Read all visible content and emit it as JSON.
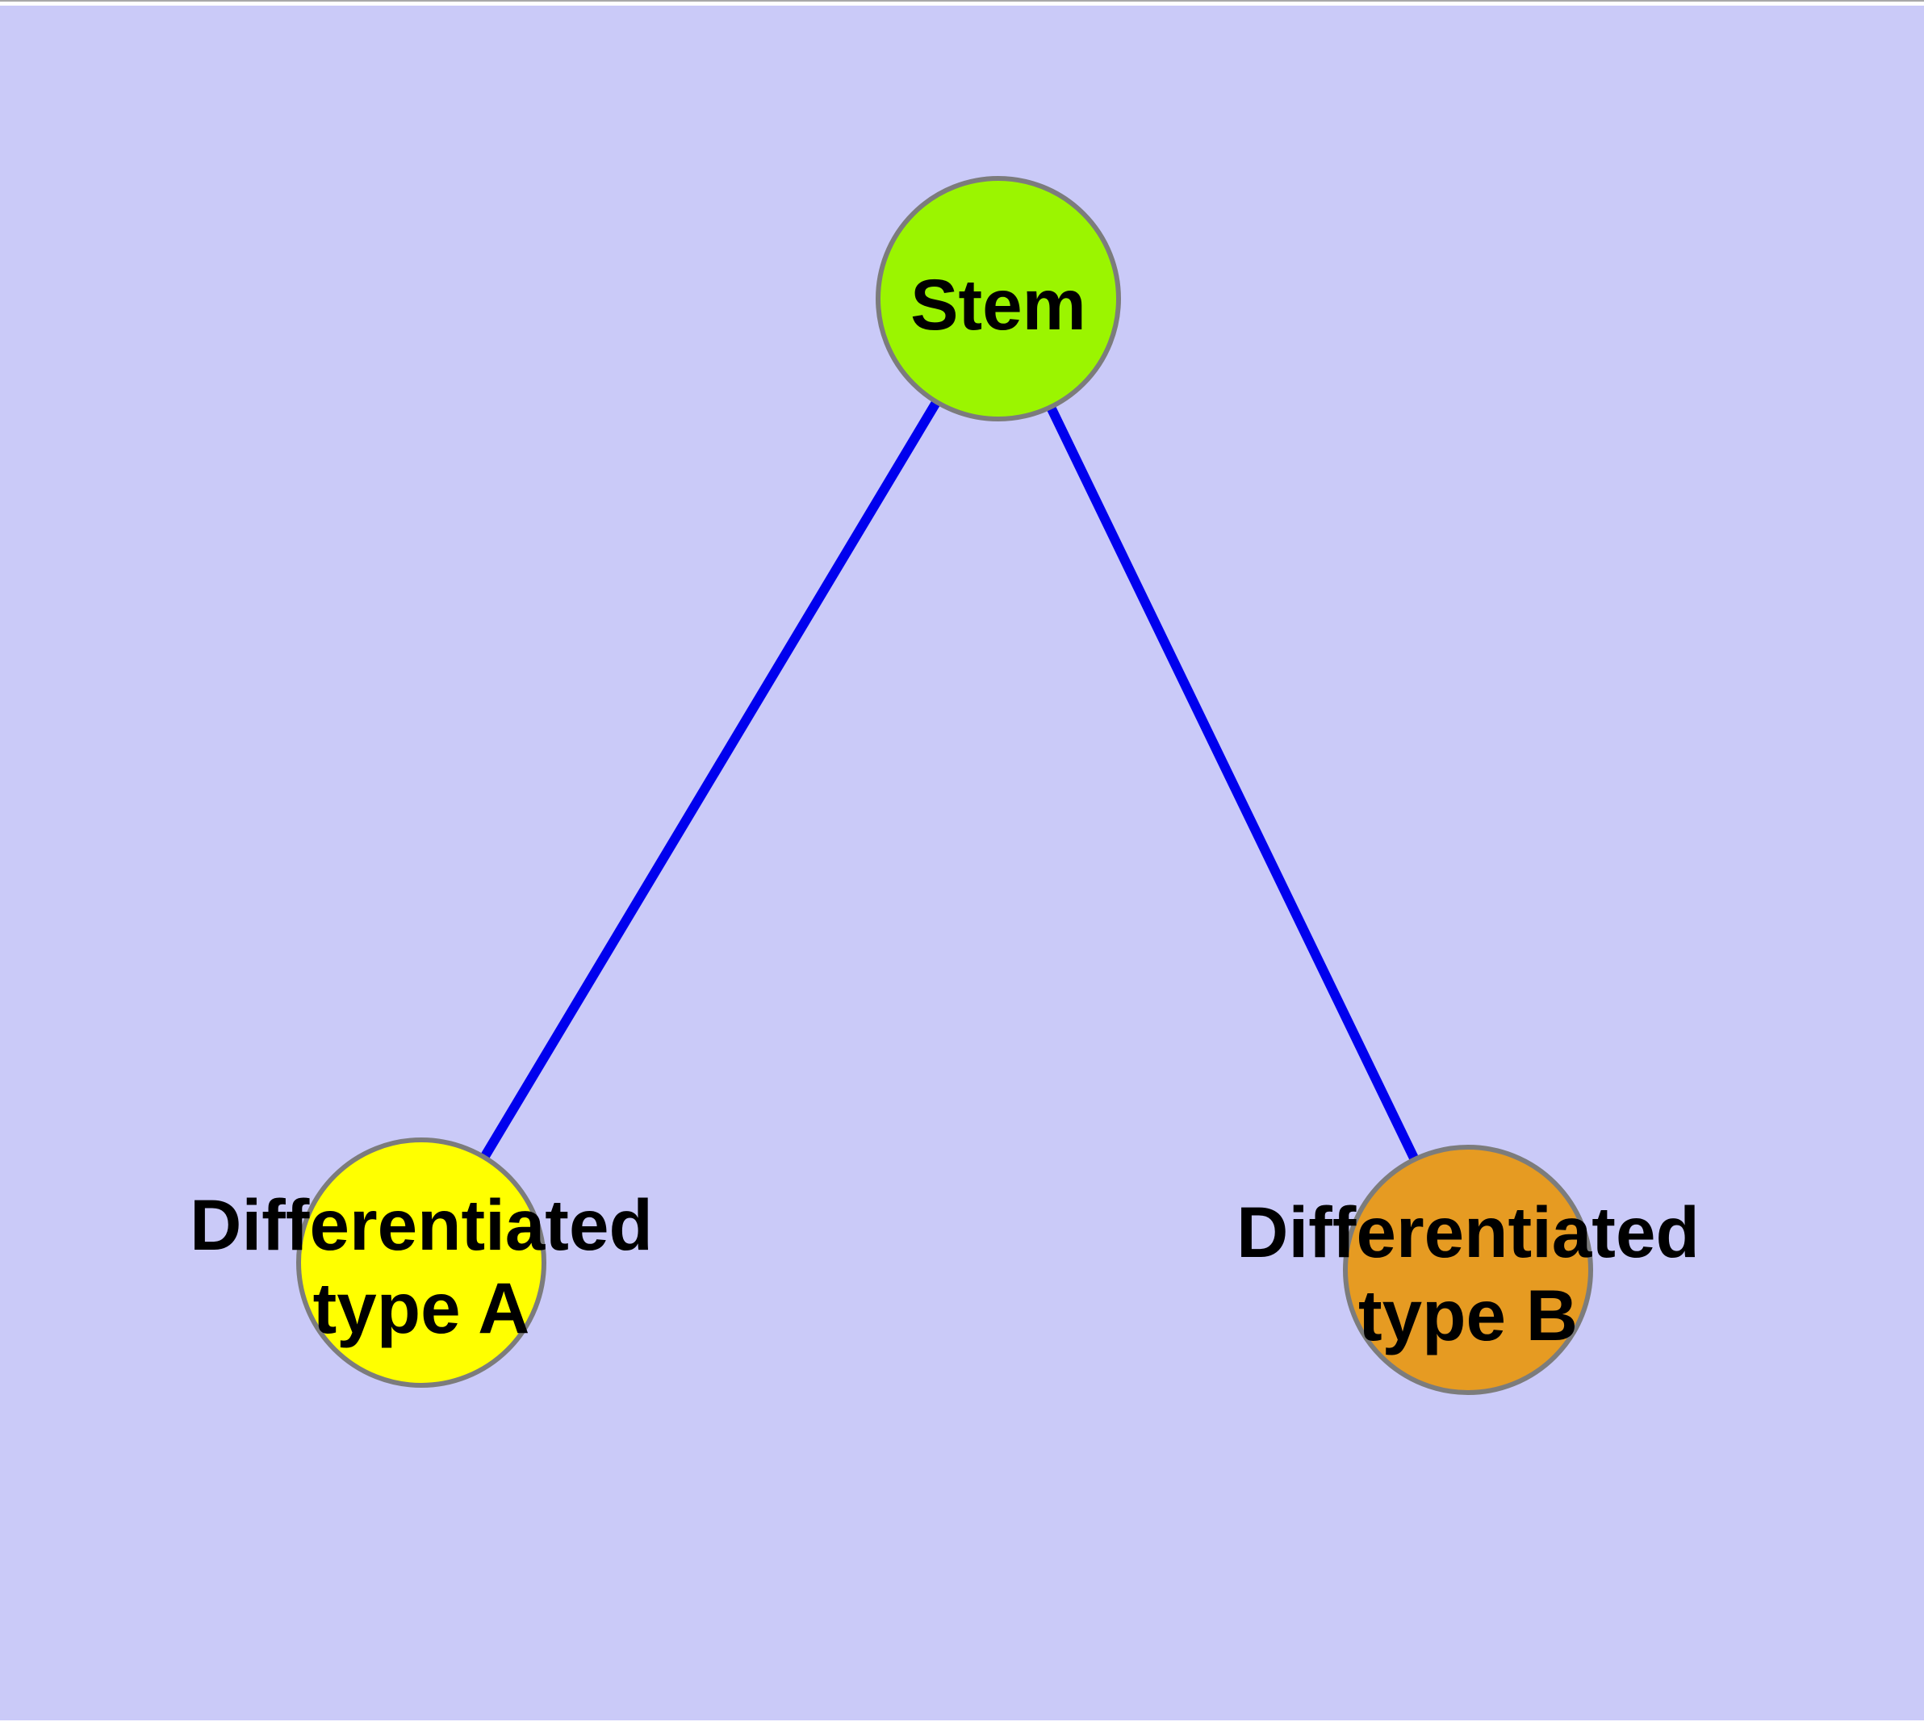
{
  "colors": {
    "page_margin": "#FFFFFF",
    "top_hairline": "#A8A8A8",
    "background": "#CACAF8",
    "edge": "#0000EE",
    "node_border": "#7C7C7C",
    "label_text": "#000000"
  },
  "nodes": {
    "stem": {
      "label": "Stem",
      "fill": "#9BF500"
    },
    "type_a": {
      "label_line1": "Differentiated",
      "label_line2": "type A",
      "fill": "#FFFF00"
    },
    "type_b": {
      "label_line1": "Differentiated",
      "label_line2": "type B",
      "fill": "#E69B22"
    }
  },
  "edges": [
    {
      "from": "Stem",
      "to": "Differentiated type A"
    },
    {
      "from": "Stem",
      "to": "Differentiated type B"
    }
  ]
}
